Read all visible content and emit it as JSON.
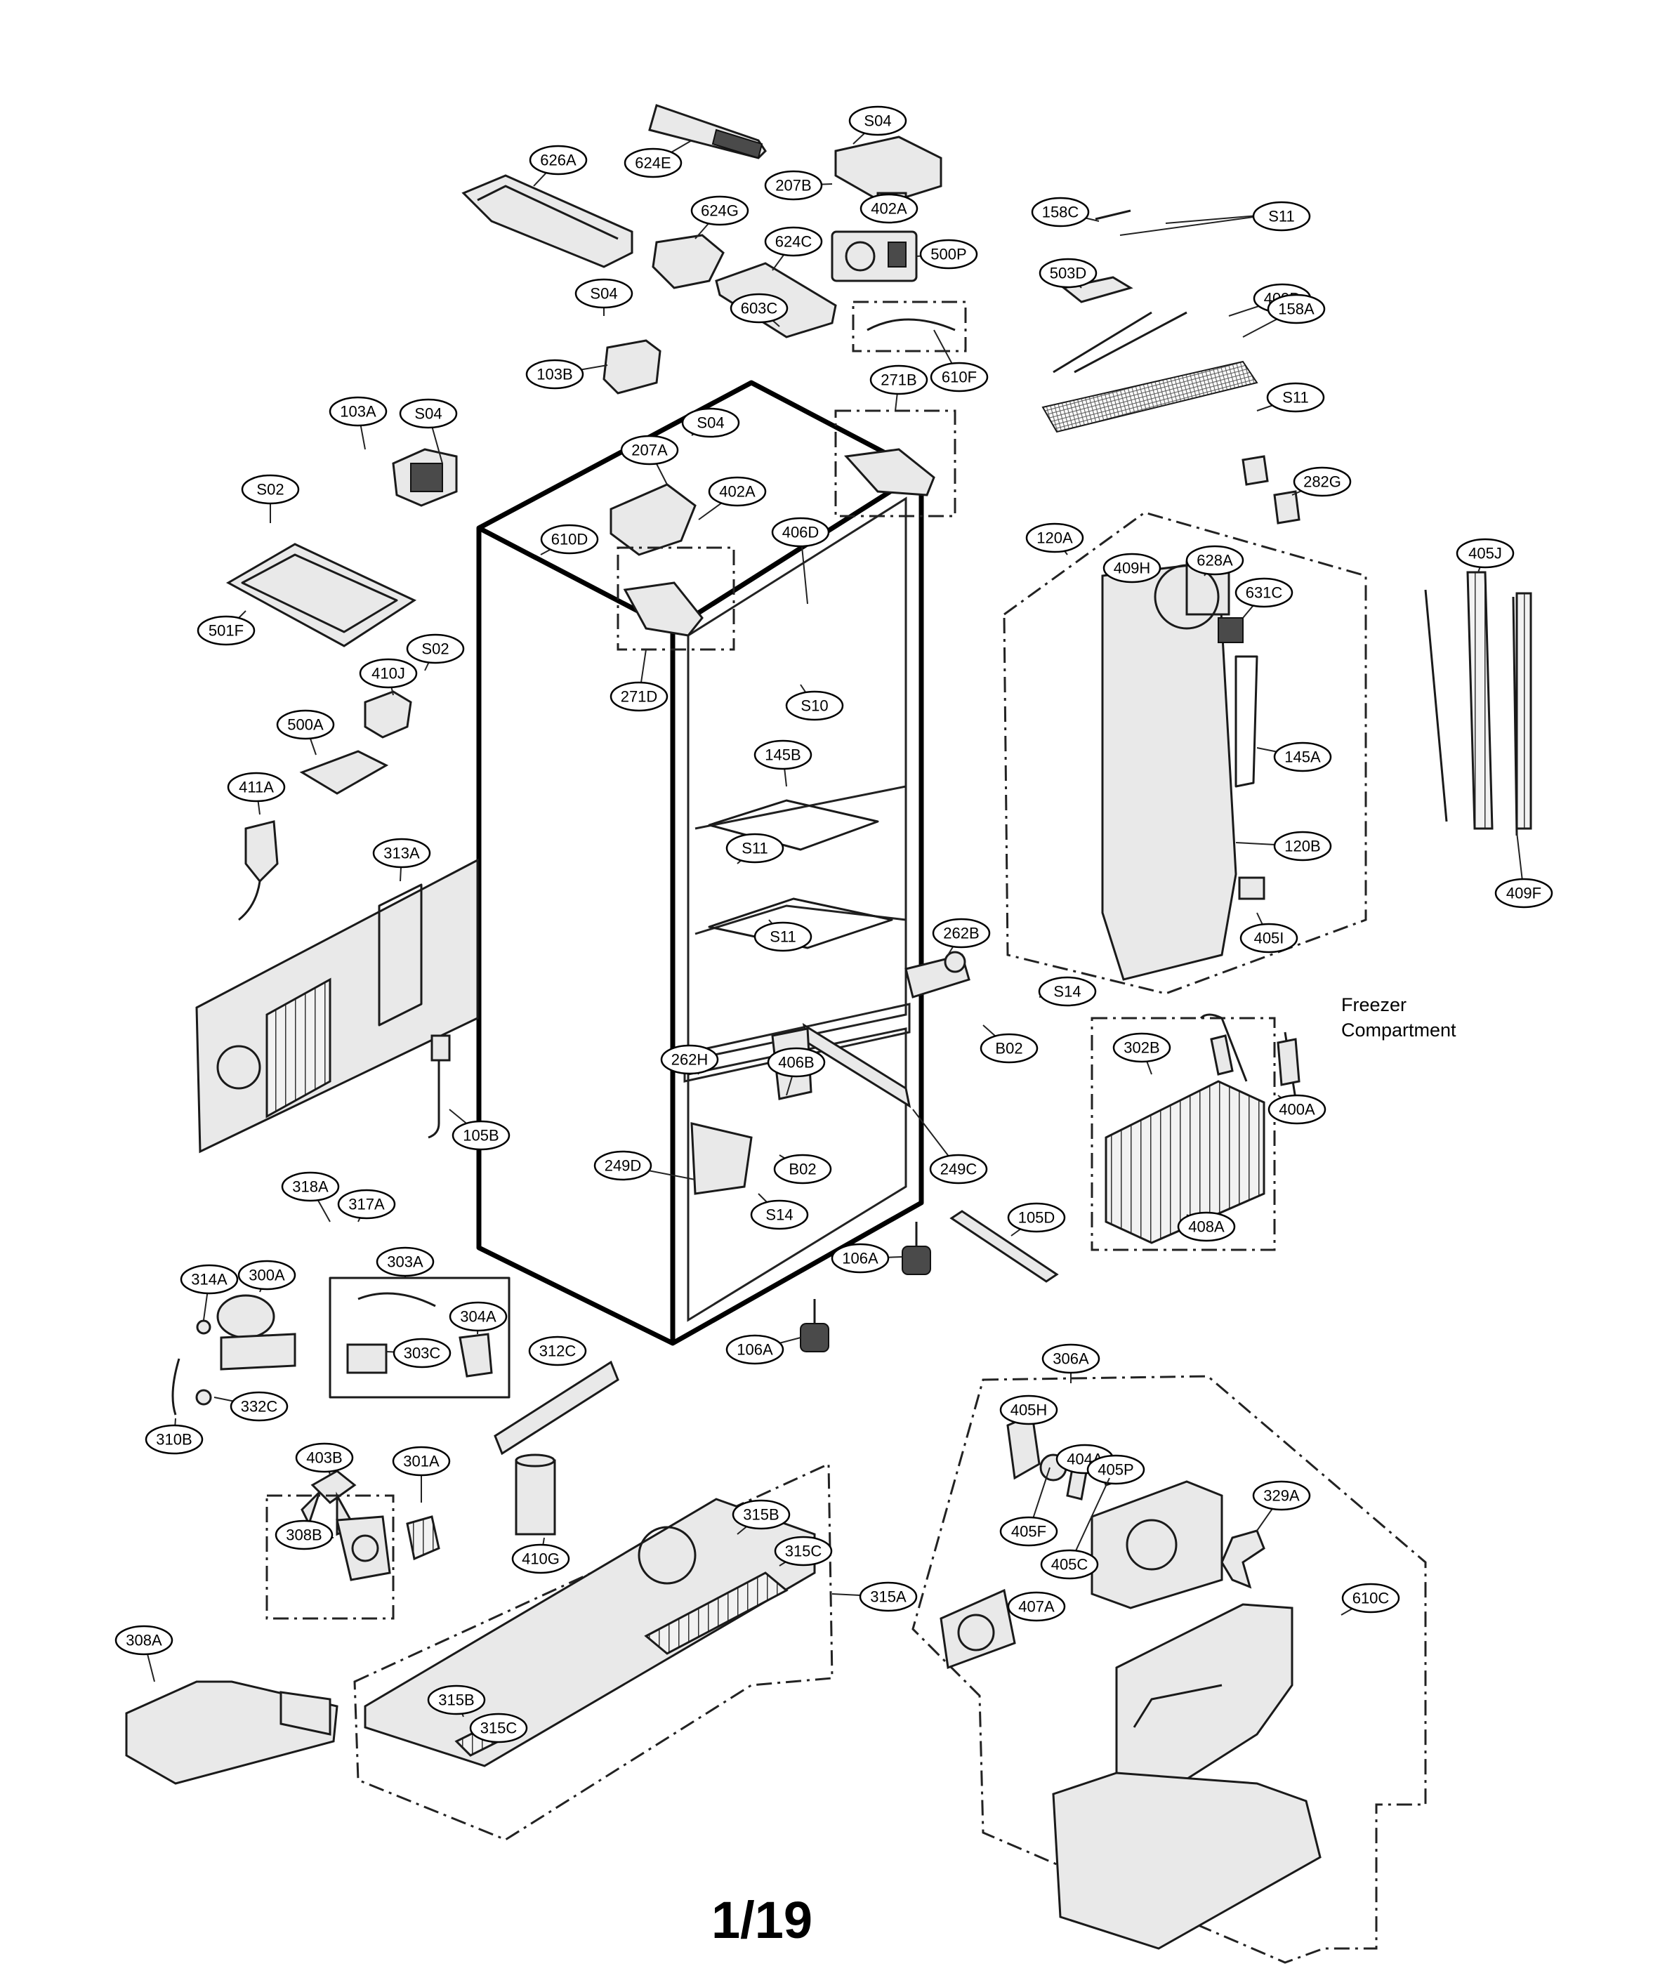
{
  "page": {
    "number": "1/19"
  },
  "freezer_caption": [
    "Freezer",
    "Compartment"
  ],
  "callouts": [
    "S04",
    "626A",
    "624E",
    "207B",
    "402A",
    "158C",
    "S11",
    "624G",
    "624C",
    "500P",
    "503D",
    "409D",
    "S04",
    "603C",
    "158A",
    "610F",
    "103B",
    "S11",
    "271B",
    "S04",
    "103A",
    "S04",
    "207A",
    "402A",
    "282G",
    "S02",
    "610D",
    "406D",
    "120A",
    "409H",
    "628A",
    "405J",
    "631C",
    "501F",
    "S02",
    "410J",
    "271D",
    "S10",
    "500A",
    "145B",
    "145A",
    "411A",
    "120B",
    "313A",
    "S11",
    "S11",
    "409F",
    "405I",
    "262B",
    "S14",
    "B02",
    "406B",
    "302B",
    "400A",
    "262H",
    "105B",
    "B02",
    "249D",
    "249C",
    "S14",
    "408A",
    "318A",
    "317A",
    "105D",
    "303A",
    "106A",
    "314A",
    "300A",
    "304A",
    "303C",
    "106A",
    "312C",
    "306A",
    "332C",
    "310B",
    "405H",
    "403B",
    "404A",
    "301A",
    "315B",
    "405P",
    "329A",
    "308B",
    "315C",
    "405F",
    "405C",
    "410G",
    "315A",
    "407A",
    "610C",
    "308A",
    "315B",
    "315C"
  ],
  "icons": [
    "refrigerator-cabinet",
    "ice-bin",
    "evaporator",
    "fan-motor",
    "compressor",
    "machine-compartment-cover",
    "grille-panel",
    "power-cord",
    "relay",
    "capacitor",
    "damper",
    "control-board",
    "hinge",
    "leveling-leg"
  ]
}
